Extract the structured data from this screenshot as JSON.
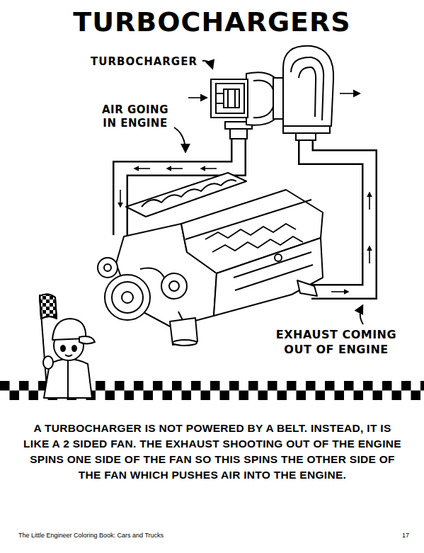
{
  "diagram": {
    "title": "TURBOCHARGERS",
    "caption": "A TURBOCHARGER IS NOT POWERED BY A BELT. INSTEAD, IT IS LIKE A 2 SIDED FAN. THE EXHAUST SHOOTING OUT OF THE ENGINE SPINS ONE SIDE OF THE FAN SO THIS SPINS THE OTHER SIDE OF THE FAN WHICH PUSHES AIR INTO THE ENGINE.",
    "labels": [
      "TURBOCHARGER",
      "AIR GOING IN ENGINE",
      "EXHAUST COMING OUT OF ENGINE",
      "The Little Engineer Coloring Book: Cars and Trucks",
      "17"
    ]
  }
}
